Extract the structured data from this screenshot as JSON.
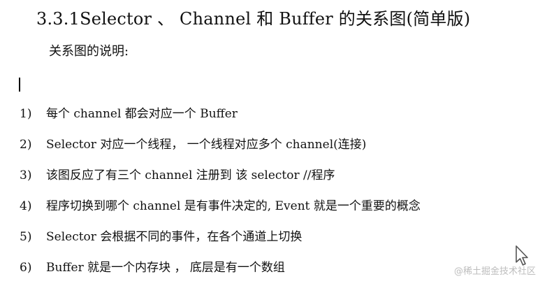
{
  "heading": "3.3.1Selector 、 Channel 和 Buffer 的关系图(简单版)",
  "subheading": "关系图的说明:",
  "items": [
    {
      "num": "1)",
      "text": "每个 channel 都会对应一个 Buffer"
    },
    {
      "num": "2)",
      "text": "Selector 对应一个线程， 一个线程对应多个 channel(连接)"
    },
    {
      "num": "3)",
      "text": "该图反应了有三个 channel 注册到 该 selector //程序"
    },
    {
      "num": "4)",
      "text": "程序切换到哪个 channel 是有事件决定的, Event 就是一个重要的概念"
    },
    {
      "num": "5)",
      "text": "Selector 会根据不同的事件，在各个通道上切换"
    },
    {
      "num": "6)",
      "text": "Buffer 就是一个内存块 ， 底层是有一个数组"
    }
  ],
  "watermark": "@稀土掘金技术社区",
  "icons": {
    "cursor": "text-cursor",
    "pointer": "mouse-pointer-icon"
  }
}
